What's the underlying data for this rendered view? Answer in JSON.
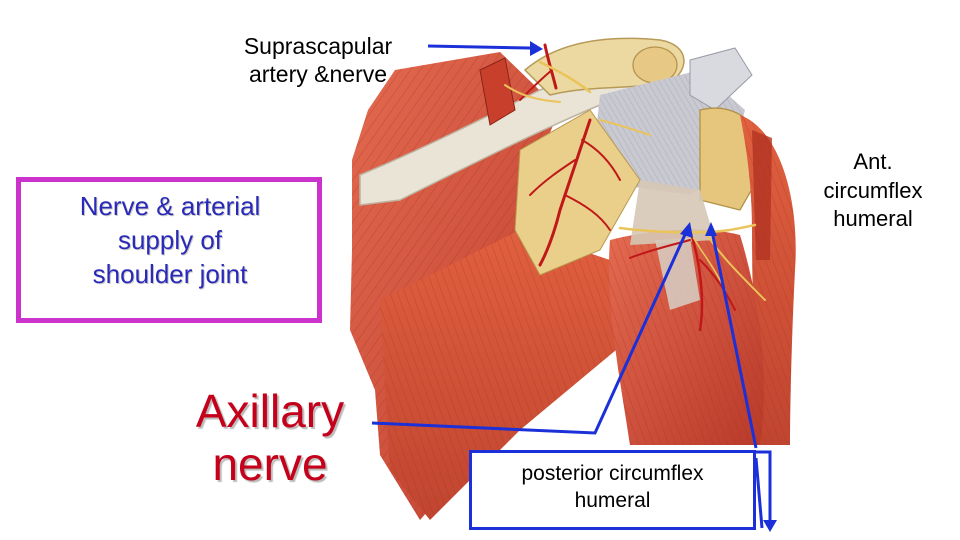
{
  "labels": {
    "suprascapular": {
      "line1": "Suprascapular",
      "line2": "artery &nerve"
    },
    "ant_circumflex": {
      "line1": "Ant.",
      "line2": "circumflex",
      "line3": "humeral"
    },
    "title": {
      "line1": "Nerve & arterial",
      "line2": "supply of",
      "line3": "shoulder joint"
    },
    "axillary": {
      "line1": "Axillary",
      "line2": "nerve"
    },
    "posterior_circumflex": {
      "line1": "posterior circumflex",
      "line2": "humeral"
    }
  },
  "colors": {
    "title_box_border": "#cc33cc",
    "title_text": "#2a2ab8",
    "axillary_text": "#c4001a",
    "pointer_lines": "#1b30d8",
    "muscle": "#d8553e",
    "artery": "#c01818",
    "nerve": "#e8c25a",
    "ligament": "#c7c7cf"
  }
}
